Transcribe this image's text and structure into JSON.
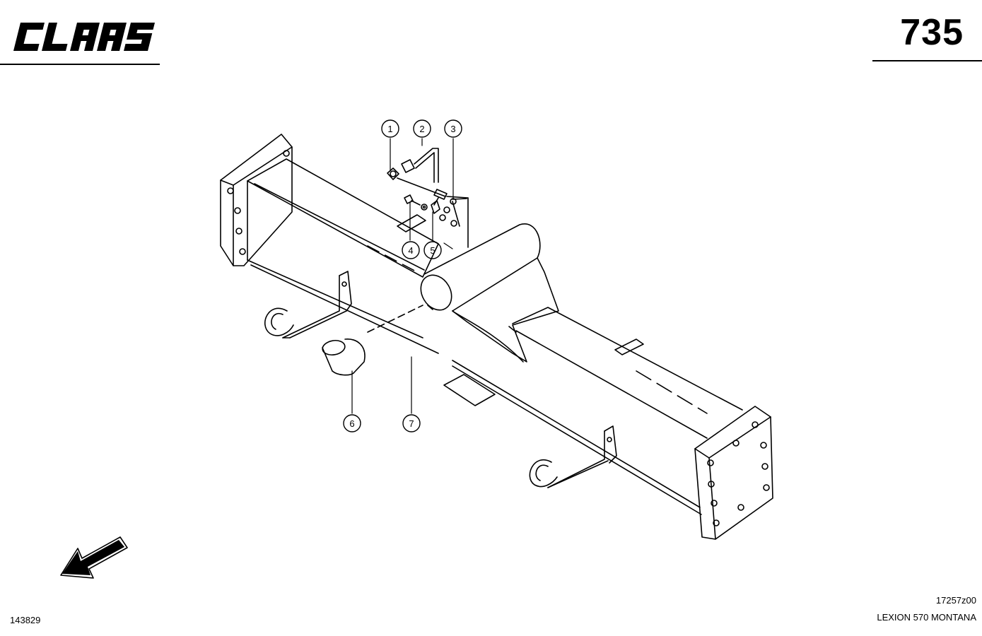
{
  "header": {
    "brand": "CLAAS",
    "page_number": "735"
  },
  "footer": {
    "doc_number": "143829",
    "ref_code": "17257z00",
    "model": "LEXION 570 MONTANA"
  },
  "callouts": [
    {
      "id": "1",
      "label": "1"
    },
    {
      "id": "2",
      "label": "2"
    },
    {
      "id": "3",
      "label": "3"
    },
    {
      "id": "4",
      "label": "4"
    },
    {
      "id": "5",
      "label": "5"
    },
    {
      "id": "6",
      "label": "6"
    },
    {
      "id": "7",
      "label": "7"
    }
  ],
  "icons": {
    "brand_logo": "claas-logo",
    "direction": "direction-arrow-icon"
  }
}
